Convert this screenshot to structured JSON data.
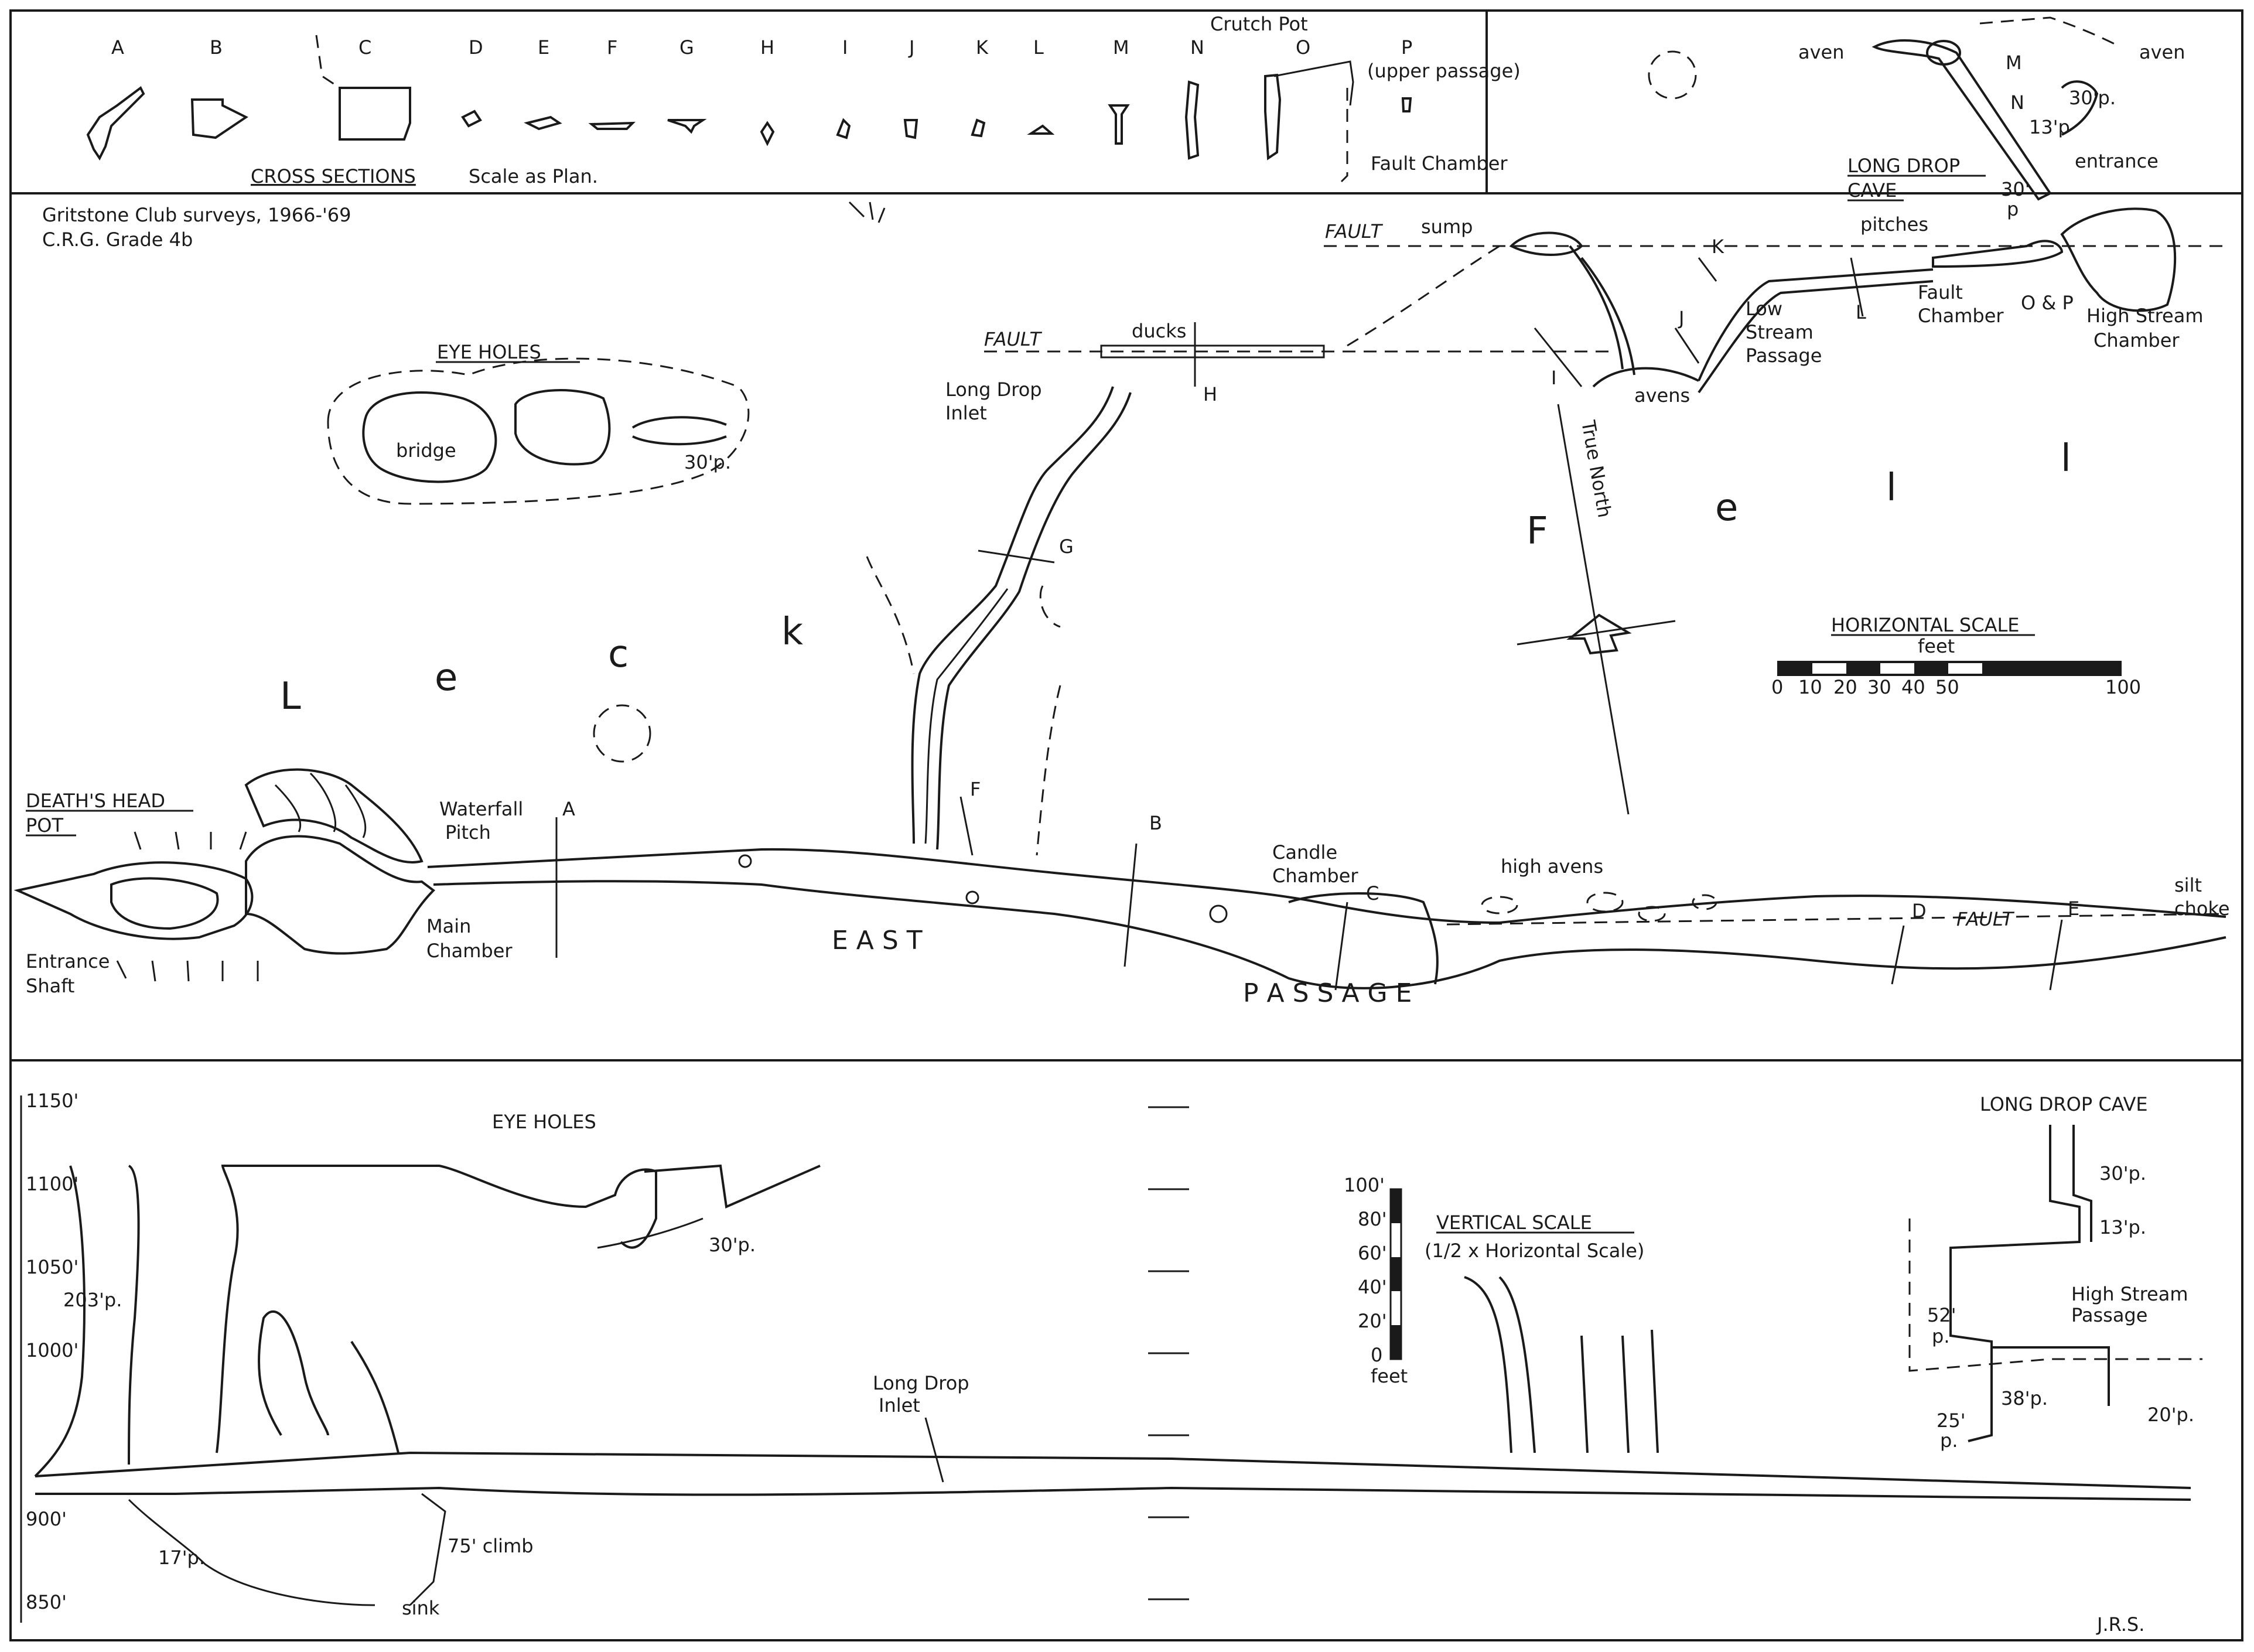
{
  "cross_sections": {
    "letters": [
      "A",
      "B",
      "C",
      "D",
      "E",
      "F",
      "G",
      "H",
      "I",
      "J",
      "K",
      "L",
      "M",
      "N",
      "O",
      "P"
    ],
    "crutch_pot": "Crutch Pot",
    "p_note": "(upper passage)",
    "fault_chamber": "Fault Chamber",
    "title": "CROSS SECTIONS",
    "scale_note": "Scale as Plan."
  },
  "plan": {
    "credit_line1": "Gritstone Club surveys, 1966-'69",
    "credit_line2": "C.R.G. Grade 4b",
    "eye_holes_title": "EYE HOLES",
    "bridge": "bridge",
    "pitch_30p": "30'p.",
    "dhp_title_line1": "DEATH'S HEAD",
    "dhp_title_line2": "POT",
    "entrance_shaft_line1": "Entrance",
    "entrance_shaft_line2": "Shaft",
    "main_chamber_line1": "Main",
    "main_chamber_line2": "Chamber",
    "waterfall_line1": "Waterfall",
    "waterfall_line2": "Pitch",
    "candle_line1": "Candle",
    "candle_line2": "Chamber",
    "high_avens": "high avens",
    "silt_line1": "silt",
    "silt_line2": "choke",
    "fault": "FAULT",
    "ducks": "ducks",
    "sump": "sump",
    "ldi_line1": "Long Drop",
    "ldi_line2": "Inlet",
    "avens": "avens",
    "lsp_line1": "Low",
    "lsp_line2": "Stream",
    "lsp_line3": "Passage",
    "ldc_line1": "LONG DROP",
    "ldc_line2": "CAVE",
    "pitches": "pitches",
    "fault_chamber_line1": "Fault",
    "fault_chamber_line2": "Chamber",
    "op": "O & P",
    "hsc_line1": "High Stream",
    "hsc_line2": "Chamber",
    "aven1": "aven",
    "aven2": "aven",
    "entrance": "entrance",
    "p30a": "30'p.",
    "p13": "13'p",
    "p30b_line1": "30'",
    "p30b_line2": "p",
    "true_north": "True North",
    "east_passage": "E A S T",
    "passage_word": "P A S S A G E",
    "leck": [
      "L",
      "e",
      "c",
      "k"
    ],
    "fell": [
      "F",
      "e",
      "l",
      "l"
    ],
    "section_labels": [
      "A",
      "B",
      "C",
      "D",
      "E",
      "F",
      "G",
      "H",
      "I",
      "J",
      "K",
      "L",
      "M",
      "N"
    ]
  },
  "horizontal_scale": {
    "title": "HORIZONTAL SCALE",
    "unit": "feet",
    "ticks": [
      "0",
      "10",
      "20",
      "30",
      "40",
      "50",
      "100"
    ]
  },
  "elevation": {
    "levels": [
      "1150'",
      "1100'",
      "1050'",
      "1000'",
      "900'",
      "850'"
    ],
    "p203": "203'p.",
    "eye_holes": "EYE HOLES",
    "p30": "30'p.",
    "p17": "17'p.",
    "climb75": "75' climb",
    "sink": "sink",
    "ldi_line1": "Long Drop",
    "ldi_line2": "Inlet",
    "ldc": "LONG DROP CAVE",
    "p30b": "30'p.",
    "p13": "13'p.",
    "p52_line1": "52'",
    "p52_line2": "p.",
    "hsp_line1": "High Stream",
    "hsp_line2": "Passage",
    "p38": "38'p.",
    "p25_line1": "25'",
    "p25_line2": "p.",
    "p20": "20'p.",
    "initials": "J.R.S."
  },
  "vertical_scale": {
    "title": "VERTICAL SCALE",
    "subtitle": "(1/2 x Horizontal Scale)",
    "ticks": [
      "100'",
      "80'",
      "60'",
      "40'",
      "20'",
      "0"
    ],
    "unit": "feet"
  }
}
